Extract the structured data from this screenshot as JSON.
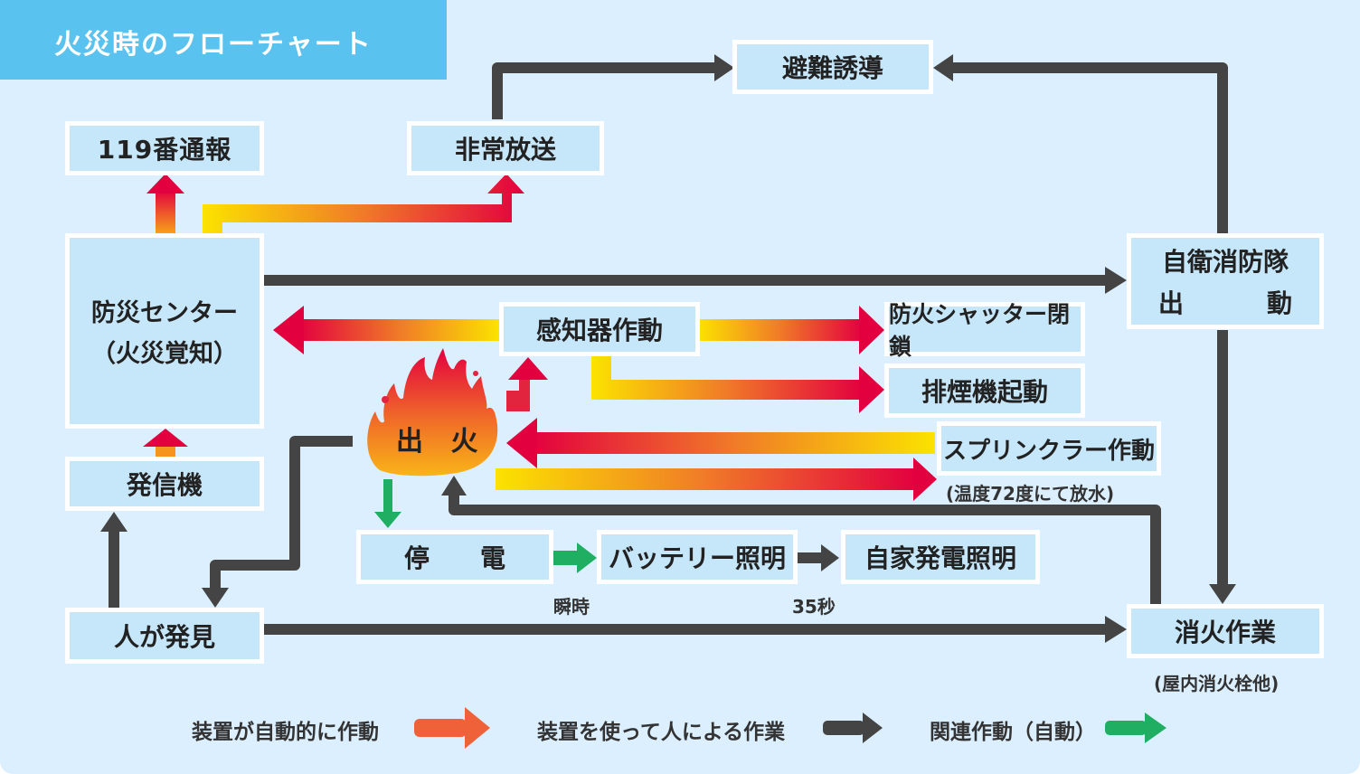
{
  "title": "火災時のフローチャート",
  "nodes": {
    "report_119": "119番通報",
    "emergency_broadcast": "非常放送",
    "evacuation": "避難誘導",
    "disaster_center_line1": "防災センター",
    "disaster_center_line2": "（火災覚知）",
    "transmitter": "発信機",
    "person_found": "人が発見",
    "detector": "感知器作動",
    "fire_shutter": "防火シャッター閉鎖",
    "smoke_exhaust": "排煙機起動",
    "sprinkler": "スプリンクラー作動",
    "sprinkler_note": "(温度72度にて放水)",
    "fire": "出 火",
    "power_outage": "停　　電",
    "battery_light": "バッテリー照明",
    "generator_light": "自家発電照明",
    "self_fire_brigade_line1": "自衛消防隊",
    "self_fire_brigade_line2_a": "出",
    "self_fire_brigade_line2_b": "動",
    "extinguish": "消火作業",
    "extinguish_note": "(屋内消火栓他)"
  },
  "timings": {
    "instant": "瞬時",
    "seconds_35": "35秒"
  },
  "legend": [
    {
      "label": "装置が自動的に作動",
      "color": "#ee6139",
      "icon": "orange-arrow-icon"
    },
    {
      "label": "装置を使って人による作業",
      "color": "#444444",
      "icon": "gray-arrow-icon"
    },
    {
      "label": "関連作動（自動）",
      "color": "#1fae62",
      "icon": "green-arrow-icon"
    }
  ],
  "colors": {
    "background": "#dcefff",
    "title_bar": "#5ac2ee",
    "box_fill": "#c6e6f9",
    "auto_start": "#fbe300",
    "auto_end": "#e3003f",
    "manual": "#444444",
    "related": "#1fae62"
  }
}
